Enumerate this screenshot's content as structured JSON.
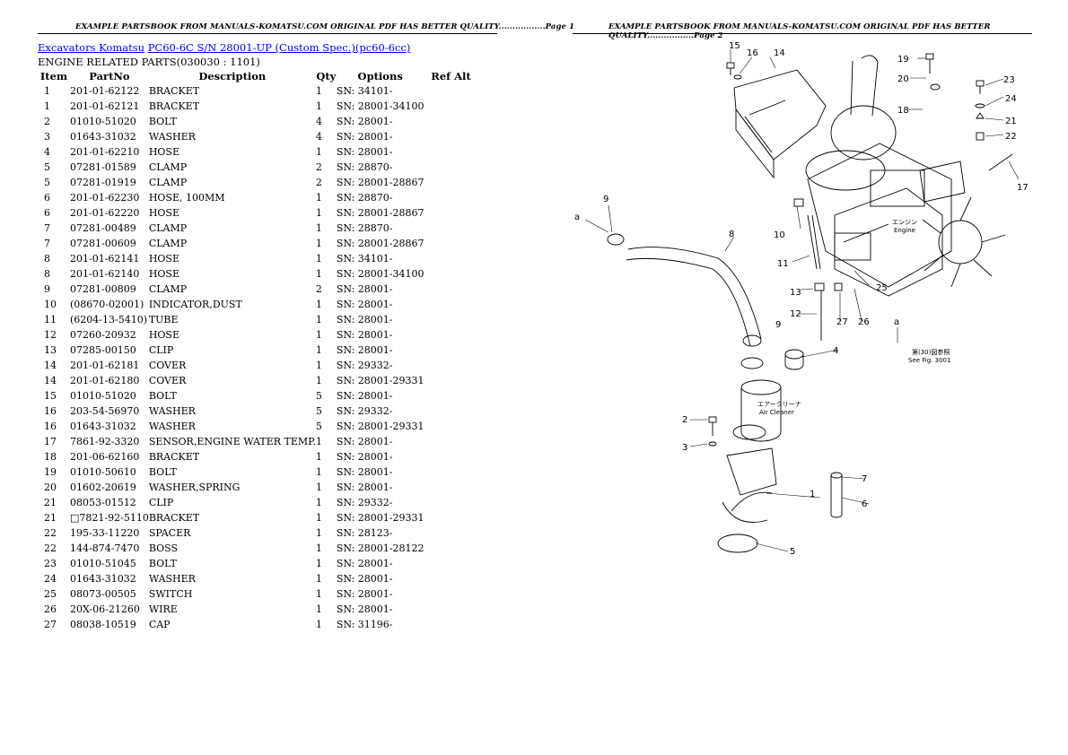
{
  "headers": {
    "left": "EXAMPLE PARTSBOOK FROM MANUALS-KOMATSU.COM ORIGINAL PDF HAS BETTER QUALITY.................Page 1",
    "right": "EXAMPLE PARTSBOOK FROM MANUALS-KOMATSU.COM ORIGINAL PDF HAS BETTER QUALITY.................Page 2"
  },
  "breadcrumb": {
    "link1": "Excavators Komatsu",
    "link2": "PC60-6C S/N 28001-UP (Custom Spec.)(pc60-6cc)"
  },
  "section_title": "ENGINE RELATED PARTS(030030 : 1101)",
  "table": {
    "columns": [
      "Item",
      "PartNo",
      "Description",
      "Qty",
      "Options",
      "Ref Alt"
    ],
    "rows": [
      [
        "1",
        "201-01-62122",
        "BRACKET",
        "1",
        "SN: 34101-",
        ""
      ],
      [
        "1",
        "201-01-62121",
        "BRACKET",
        "1",
        "SN: 28001-34100",
        ""
      ],
      [
        "2",
        "01010-51020",
        "BOLT",
        "4",
        "SN: 28001-",
        ""
      ],
      [
        "3",
        "01643-31032",
        "WASHER",
        "4",
        "SN: 28001-",
        ""
      ],
      [
        "4",
        "201-01-62210",
        "HOSE",
        "1",
        "SN: 28001-",
        ""
      ],
      [
        "5",
        "07281-01589",
        "CLAMP",
        "2",
        "SN: 28870-",
        ""
      ],
      [
        "5",
        "07281-01919",
        "CLAMP",
        "2",
        "SN: 28001-28867",
        ""
      ],
      [
        "6",
        "201-01-62230",
        "HOSE, 100MM",
        "1",
        "SN: 28870-",
        ""
      ],
      [
        "6",
        "201-01-62220",
        "HOSE",
        "1",
        "SN: 28001-28867",
        ""
      ],
      [
        "7",
        "07281-00489",
        "CLAMP",
        "1",
        "SN: 28870-",
        ""
      ],
      [
        "7",
        "07281-00609",
        "CLAMP",
        "1",
        "SN: 28001-28867",
        ""
      ],
      [
        "8",
        "201-01-62141",
        "HOSE",
        "1",
        "SN: 34101-",
        ""
      ],
      [
        "8",
        "201-01-62140",
        "HOSE",
        "1",
        "SN: 28001-34100",
        ""
      ],
      [
        "9",
        "07281-00809",
        "CLAMP",
        "2",
        "SN: 28001-",
        ""
      ],
      [
        "10",
        "(08670-02001)",
        "INDICATOR,DUST",
        "1",
        "SN: 28001-",
        ""
      ],
      [
        "11",
        "(6204-13-5410)",
        "TUBE",
        "1",
        "SN: 28001-",
        ""
      ],
      [
        "12",
        "07260-20932",
        "HOSE",
        "1",
        "SN: 28001-",
        ""
      ],
      [
        "13",
        "07285-00150",
        "CLIP",
        "1",
        "SN: 28001-",
        ""
      ],
      [
        "14",
        "201-01-62181",
        "COVER",
        "1",
        "SN: 29332-",
        ""
      ],
      [
        "14",
        "201-01-62180",
        "COVER",
        "1",
        "SN: 28001-29331",
        ""
      ],
      [
        "15",
        "01010-51020",
        "BOLT",
        "5",
        "SN: 28001-",
        ""
      ],
      [
        "16",
        "203-54-56970",
        "WASHER",
        "5",
        "SN: 29332-",
        ""
      ],
      [
        "16",
        "01643-31032",
        "WASHER",
        "5",
        "SN: 28001-29331",
        ""
      ],
      [
        "17",
        "7861-92-3320",
        "SENSOR,ENGINE WATER TEMP.",
        "1",
        "SN: 28001-",
        ""
      ],
      [
        "18",
        "201-06-62160",
        "BRACKET",
        "1",
        "SN: 28001-",
        ""
      ],
      [
        "19",
        "01010-50610",
        "BOLT",
        "1",
        "SN: 28001-",
        ""
      ],
      [
        "20",
        "01602-20619",
        "WASHER,SPRING",
        "1",
        "SN: 28001-",
        ""
      ],
      [
        "21",
        "08053-01512",
        "CLIP",
        "1",
        "SN: 29332-",
        ""
      ],
      [
        "21",
        "□7821-92-5110",
        "BRACKET",
        "1",
        "SN: 28001-29331",
        ""
      ],
      [
        "22",
        "195-33-11220",
        "SPACER",
        "1",
        "SN: 28123-",
        ""
      ],
      [
        "22",
        "144-874-7470",
        "BOSS",
        "1",
        "SN: 28001-28122",
        ""
      ],
      [
        "23",
        "01010-51045",
        "BOLT",
        "1",
        "SN: 28001-",
        ""
      ],
      [
        "24",
        "01643-31032",
        "WASHER",
        "1",
        "SN: 28001-",
        ""
      ],
      [
        "25",
        "08073-00505",
        "SWITCH",
        "1",
        "SN: 28001-",
        ""
      ],
      [
        "26",
        "20X-06-21260",
        "WIRE",
        "1",
        "SN: 28001-",
        ""
      ],
      [
        "27",
        "08038-10519",
        "CAP",
        "1",
        "SN: 31196-",
        ""
      ]
    ]
  },
  "diagram": {
    "callouts": [
      "1",
      "2",
      "3",
      "4",
      "5",
      "6",
      "7",
      "8",
      "9",
      "9",
      "10",
      "11",
      "12",
      "13",
      "14",
      "15",
      "16",
      "17",
      "18",
      "19",
      "20",
      "21",
      "22",
      "23",
      "24",
      "25",
      "26",
      "27",
      "a",
      "a"
    ],
    "engine_label_jp": "エンジン",
    "engine_label": "Engine",
    "air_cleaner_jp": "エアークリーナ",
    "air_cleaner": "Air Cleaner",
    "see_fig_jp": "第(30)図参照",
    "see_fig": "See Fig. 3001"
  }
}
